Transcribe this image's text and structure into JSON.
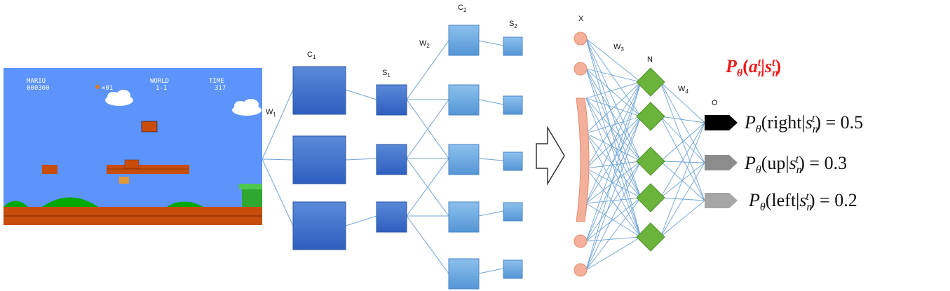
{
  "game_screen": {
    "hud": {
      "player": "MARIO",
      "score": "000300",
      "coins": "×01",
      "world_label": "WORLD",
      "world": "1-1",
      "time_label": "TIME",
      "time": "317"
    }
  },
  "labels": {
    "w1": {
      "main": "W",
      "sub": "1"
    },
    "c1": {
      "main": "C",
      "sub": "1"
    },
    "s1": {
      "main": "S",
      "sub": "1"
    },
    "w2": {
      "main": "W",
      "sub": "2"
    },
    "c2": {
      "main": "C",
      "sub": "2"
    },
    "s2": {
      "main": "S",
      "sub": "2"
    },
    "x": "X",
    "w3": {
      "main": "W",
      "sub": "3"
    },
    "n": "N",
    "w4": {
      "main": "W",
      "sub": "4"
    },
    "o": "O"
  },
  "policy": {
    "title": {
      "P": "P",
      "theta": "θ",
      "open": "(",
      "a": "a",
      "a_sub": "n",
      "a_sup": "t",
      "bar": "|",
      "s": "s",
      "s_sub": "n",
      "s_sup": "t",
      "close": ")"
    },
    "outputs": [
      {
        "action": "right",
        "value": "0.5",
        "arrow_color": "#000000"
      },
      {
        "action": "up",
        "value": "0.3",
        "arrow_color": "#8c8c8c"
      },
      {
        "action": "left",
        "value": "0.2",
        "arrow_color": "#a6a6a6"
      }
    ],
    "prob_parts": {
      "P": "P",
      "theta": "θ",
      "open": "(",
      "bar": "|",
      "s": "s",
      "s_sub": "n",
      "s_sup": "t",
      "close": ")",
      "eq": "="
    }
  },
  "colors": {
    "title_red": "#ee1c1c",
    "conv_dark": "#3b6bc9",
    "conv_light": "#66a6e0",
    "input_node": "#f4b09b",
    "hidden_node": "#6ab43c",
    "edge": "#6fa3d6"
  }
}
